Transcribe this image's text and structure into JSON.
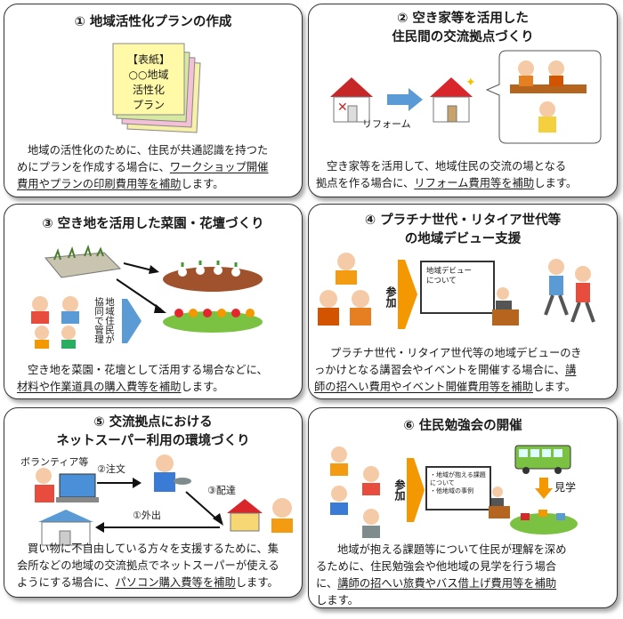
{
  "cards": [
    {
      "title": "① 地域活性化プランの作成",
      "doc_label": "【表紙】\n○○地域\n活性化\nプラン",
      "body_a": "地域の活性化のために、住民が共通認識を持つた",
      "body_b": "めにプランを作成する場合に、",
      "body_u1": "ワークショップ開催",
      "body_u2": "費用やプランの印刷費用等を補助",
      "body_c": "します。"
    },
    {
      "title_l1": "② 空き家等を活用した",
      "title_l2": "住民間の交流拠点づくり",
      "reform_label": "リフォーム",
      "body_a": "空き家等を活用して、地域住民の交流の場となる",
      "body_b": "拠点を作る場合に、",
      "body_u1": "リフォーム費用等を補助",
      "body_c": "します。"
    },
    {
      "title": "③ 空き地を活用した菜園・花壇づくり",
      "vertical_label": "地域住民が協同で管理",
      "body_a": "空き地を菜園・花壇として活用する場合などに、",
      "body_u1": "材料や作業道具の購入費等を補助",
      "body_c": "します。"
    },
    {
      "title_l1": "④ プラチナ世代・リタイア世代等",
      "title_l2": "の地域デビュー支援",
      "join_label": "参加",
      "board_text": "地域デビュー\nについて",
      "body_a": "プラチナ世代・リタイア世代等の地域デビューのき",
      "body_b": "っかけとなる講習会やイベントを開催する場合に、",
      "body_u0": "講",
      "body_u1": "師の招へい費用やイベント開催費用等を補助",
      "body_c": "します。"
    },
    {
      "title_l1": "⑤ 交流拠点における",
      "title_l2": "ネットスーパー利用の環境づくり",
      "volunteer_label": "ボランティア等",
      "order_label": "②注文",
      "deliver_label": "③配達",
      "out_label": "①外出",
      "body_a": "買い物に不自由している方々を支援するために、集",
      "body_b": "会所などの地域の交流拠点でネットスーパーが使える",
      "body_c0": "ようにする場合に、",
      "body_u1": "パソコン購入費等を補助",
      "body_c": "します。"
    },
    {
      "title": "⑥ 住民勉強会の開催",
      "join_label": "参加",
      "board_lines": "・地域が抱える課題\nについて\n・他地域の事例",
      "tour_label": "見学",
      "body_a": "地域が抱える課題等について住民が理解を深め",
      "body_b": "るために、住民勉強会や他地域の見学を行う場合",
      "body_c0": "に、",
      "body_u1": "講師の招へい旅費やバス借上げ費用等を補助",
      "body_d": "します。"
    }
  ],
  "colors": {
    "accent_orange": "#f39800",
    "arrow_blue": "#5b9bd5",
    "house_red": "#d9262b"
  }
}
